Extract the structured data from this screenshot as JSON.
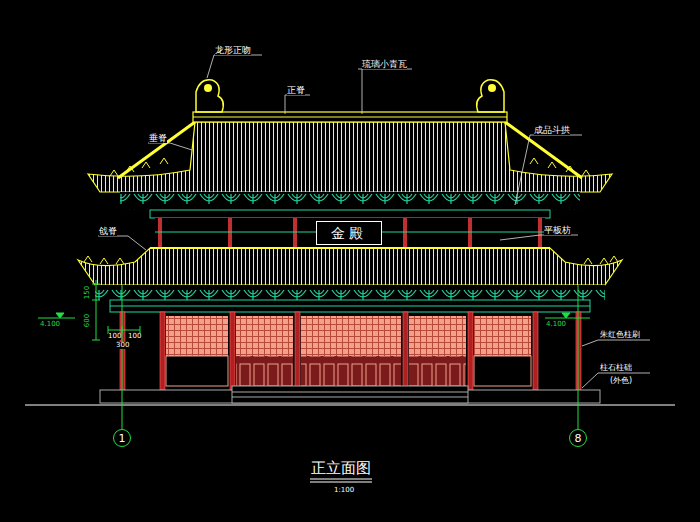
{
  "diagram": {
    "title": "正立面图",
    "nodes": [
      {
        "text": [
          "金殿"
        ]
      },
      {
        "text": [
          "1"
        ]
      },
      {
        "text": [
          "8"
        ]
      }
    ],
    "labels": [
      "龙形正吻",
      "正脊",
      "琉璃小青瓦",
      "垂脊",
      "成品斗拱",
      "戗脊",
      "平板枋",
      "4.100",
      "150",
      "600",
      "100",
      "100",
      "300",
      "4.100",
      "朱红色柱刷",
      "柱石柱础",
      "(外色)",
      "1:100"
    ]
  }
}
